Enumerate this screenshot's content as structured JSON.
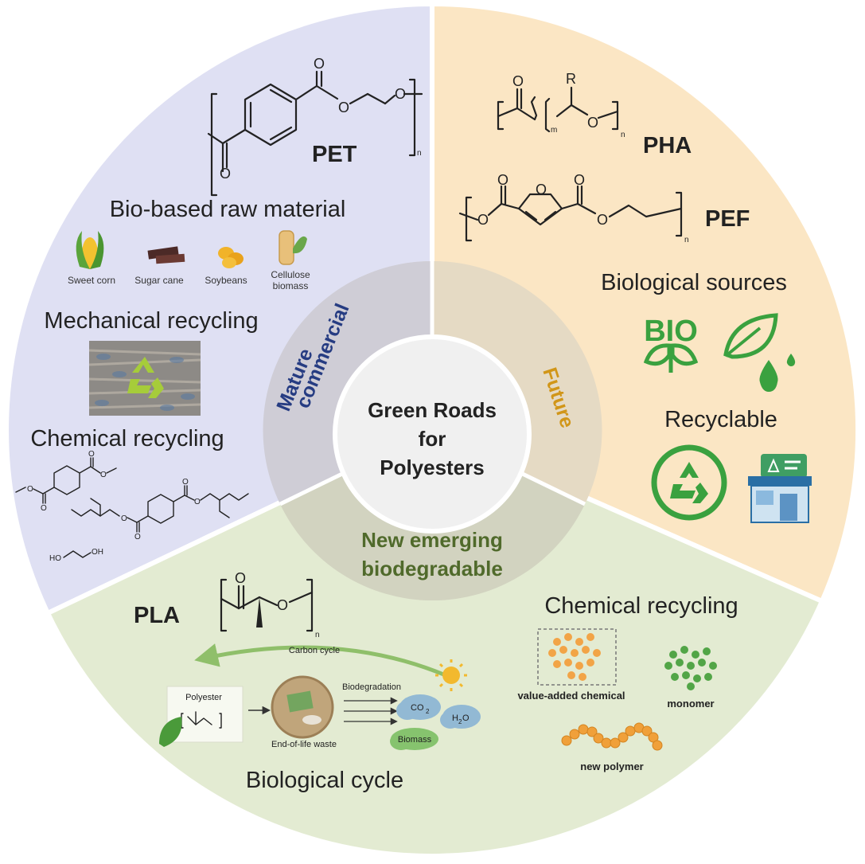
{
  "center": {
    "line1": "Green Roads",
    "line2": "for",
    "line3": "Polyesters"
  },
  "ring": {
    "mature_line1": "Mature",
    "mature_line2": "commercial",
    "future": "Future",
    "emerging_line1": "New emerging",
    "emerging_line2": "biodegradable"
  },
  "mature": {
    "polymer": "PET",
    "bio_based_title": "Bio-based raw material",
    "raw_materials": [
      "Sweet corn",
      "Sugar cane",
      "Soybeans",
      "Cellulose",
      "biomass"
    ],
    "mechanical_title": "Mechanical recycling",
    "chemical_title": "Chemical recycling",
    "atoms": {
      "O": "O",
      "n": "n",
      "ho": "HO",
      "oh": "OH"
    }
  },
  "future": {
    "polymer1": "PHA",
    "polymer2": "PEF",
    "r_group": "R",
    "m_sub": "m",
    "biological_title": "Biological sources",
    "bio_badge": "BIO",
    "recyclable_title": "Recyclable"
  },
  "emerging": {
    "polymer": "PLA",
    "carbon_cycle": "Carbon cycle",
    "polyester": "Polyester",
    "biodegradation": "Biodegradation",
    "end_of_life": "End-of-life waste",
    "co2": "CO",
    "co2_sub": "2",
    "h2o_pre": "H",
    "h2o_sub": "2",
    "h2o_post": "O",
    "biomass": "Biomass",
    "biological_cycle": "Biological cycle",
    "chemical_recycling": "Chemical recycling",
    "value_added": "value-added chemical",
    "monomer": "monomer",
    "new_polymer": "new polymer"
  },
  "colors": {
    "mature_bg": "#dfe0f3",
    "future_bg": "#fbe6c4",
    "emerging_bg": "#e3ebd2",
    "ring_bg": "#ddd5c6",
    "center_bg": "#f0f0f0",
    "mature_label": "#263c82",
    "future_label": "#d19618",
    "emerging_label": "#506a2b",
    "green_icon": "#3aa13f",
    "orange_icon": "#f4a036"
  }
}
